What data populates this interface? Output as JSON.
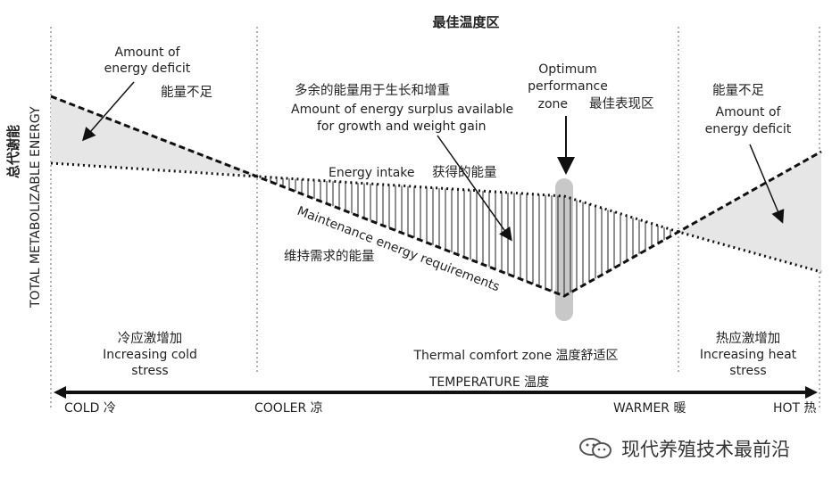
{
  "title": "最佳温度区",
  "y_axis_label_en": "TOTAL METABOLIZABLE ENERGY",
  "y_axis_label_cn": "总代谢能",
  "x_axis_label": "TEMPERATURE  温度",
  "x_ticks": [
    "COLD 冷",
    "COOLER 凉",
    "WARMER 暖",
    "HOT 热"
  ],
  "labels": {
    "deficit_left_1": "Amount of",
    "deficit_left_2": "energy deficit",
    "deficit_left_cn": "能量不足",
    "surplus_cn": "多余的能量用于生长和增重",
    "surplus_en_1": "Amount of energy surplus available",
    "surplus_en_2": "for growth and weight gain",
    "optimum_1": "Optimum",
    "optimum_2": "performance",
    "optimum_3": "zone",
    "optimum_cn": "最佳表现区",
    "deficit_right_cn": "能量不足",
    "deficit_right_1": "Amount of",
    "deficit_right_2": "energy deficit",
    "intake_en": "Energy intake",
    "intake_cn": "获得的能量",
    "maintenance_en": "Maintenance energy requirements",
    "maintenance_cn": "维持需求的能量",
    "cold_stress_cn": "冷应激增加",
    "cold_stress_1": "Increasing cold",
    "cold_stress_2": "stress",
    "thermal_comfort": "Thermal comfort zone  温度舒适区",
    "heat_stress_cn": "热应激增加",
    "heat_stress_1": "Increasing heat",
    "heat_stress_2": "stress"
  },
  "watermark": "现代养殖技术最前沿",
  "colors": {
    "line": "#111111",
    "deficit_fill": "#e6e6e6",
    "optimum_bar": "#c8c8c8",
    "axis": "#111111"
  }
}
